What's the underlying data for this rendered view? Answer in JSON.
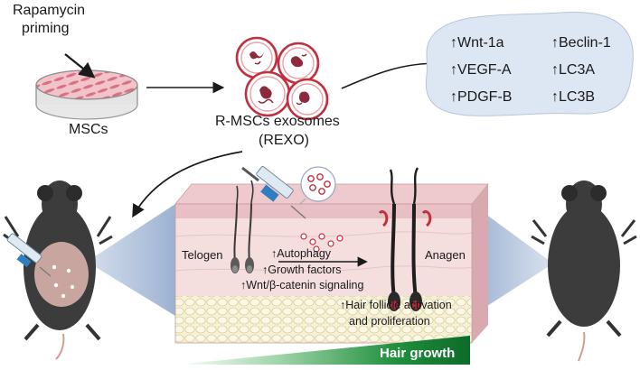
{
  "priming_label": {
    "line1": "Rapamycin",
    "line2": "priming"
  },
  "cells_label": "MSCs",
  "exosomes_label": {
    "line1": "R-MSCs exosomes",
    "line2": "(REXO)"
  },
  "upregulated_markers": {
    "left": [
      "Wnt-1a",
      "VEGF-A",
      "PDGF-B"
    ],
    "right": [
      "Beclin-1",
      "LC3A",
      "LC3B"
    ]
  },
  "skin_panel": {
    "telogen_label": "Telogen",
    "anagen_label": "Anagen",
    "mechanisms": [
      "Autophagy",
      "Growth factors",
      "Wnt/β-catenin signaling"
    ],
    "outcome": {
      "line1": "Hair follicle activation",
      "line2": "and proliferation"
    }
  },
  "growth_bar_label": "Hair growth",
  "up_arrow_glyph": "↑",
  "colors": {
    "dish_pink": "#e9a8b4",
    "exosome_red": "#b0283a",
    "marker_box": "#dde6f3",
    "epidermis": "#eccfd2",
    "dermis": "#f3dcdc",
    "fat": "#f4efcf",
    "mouse_dark": "#3c3c3c",
    "shaved_skin": "#c9a59f",
    "growth_green": "#1f8f3d",
    "wedge_blue": "#b6c7dd"
  }
}
